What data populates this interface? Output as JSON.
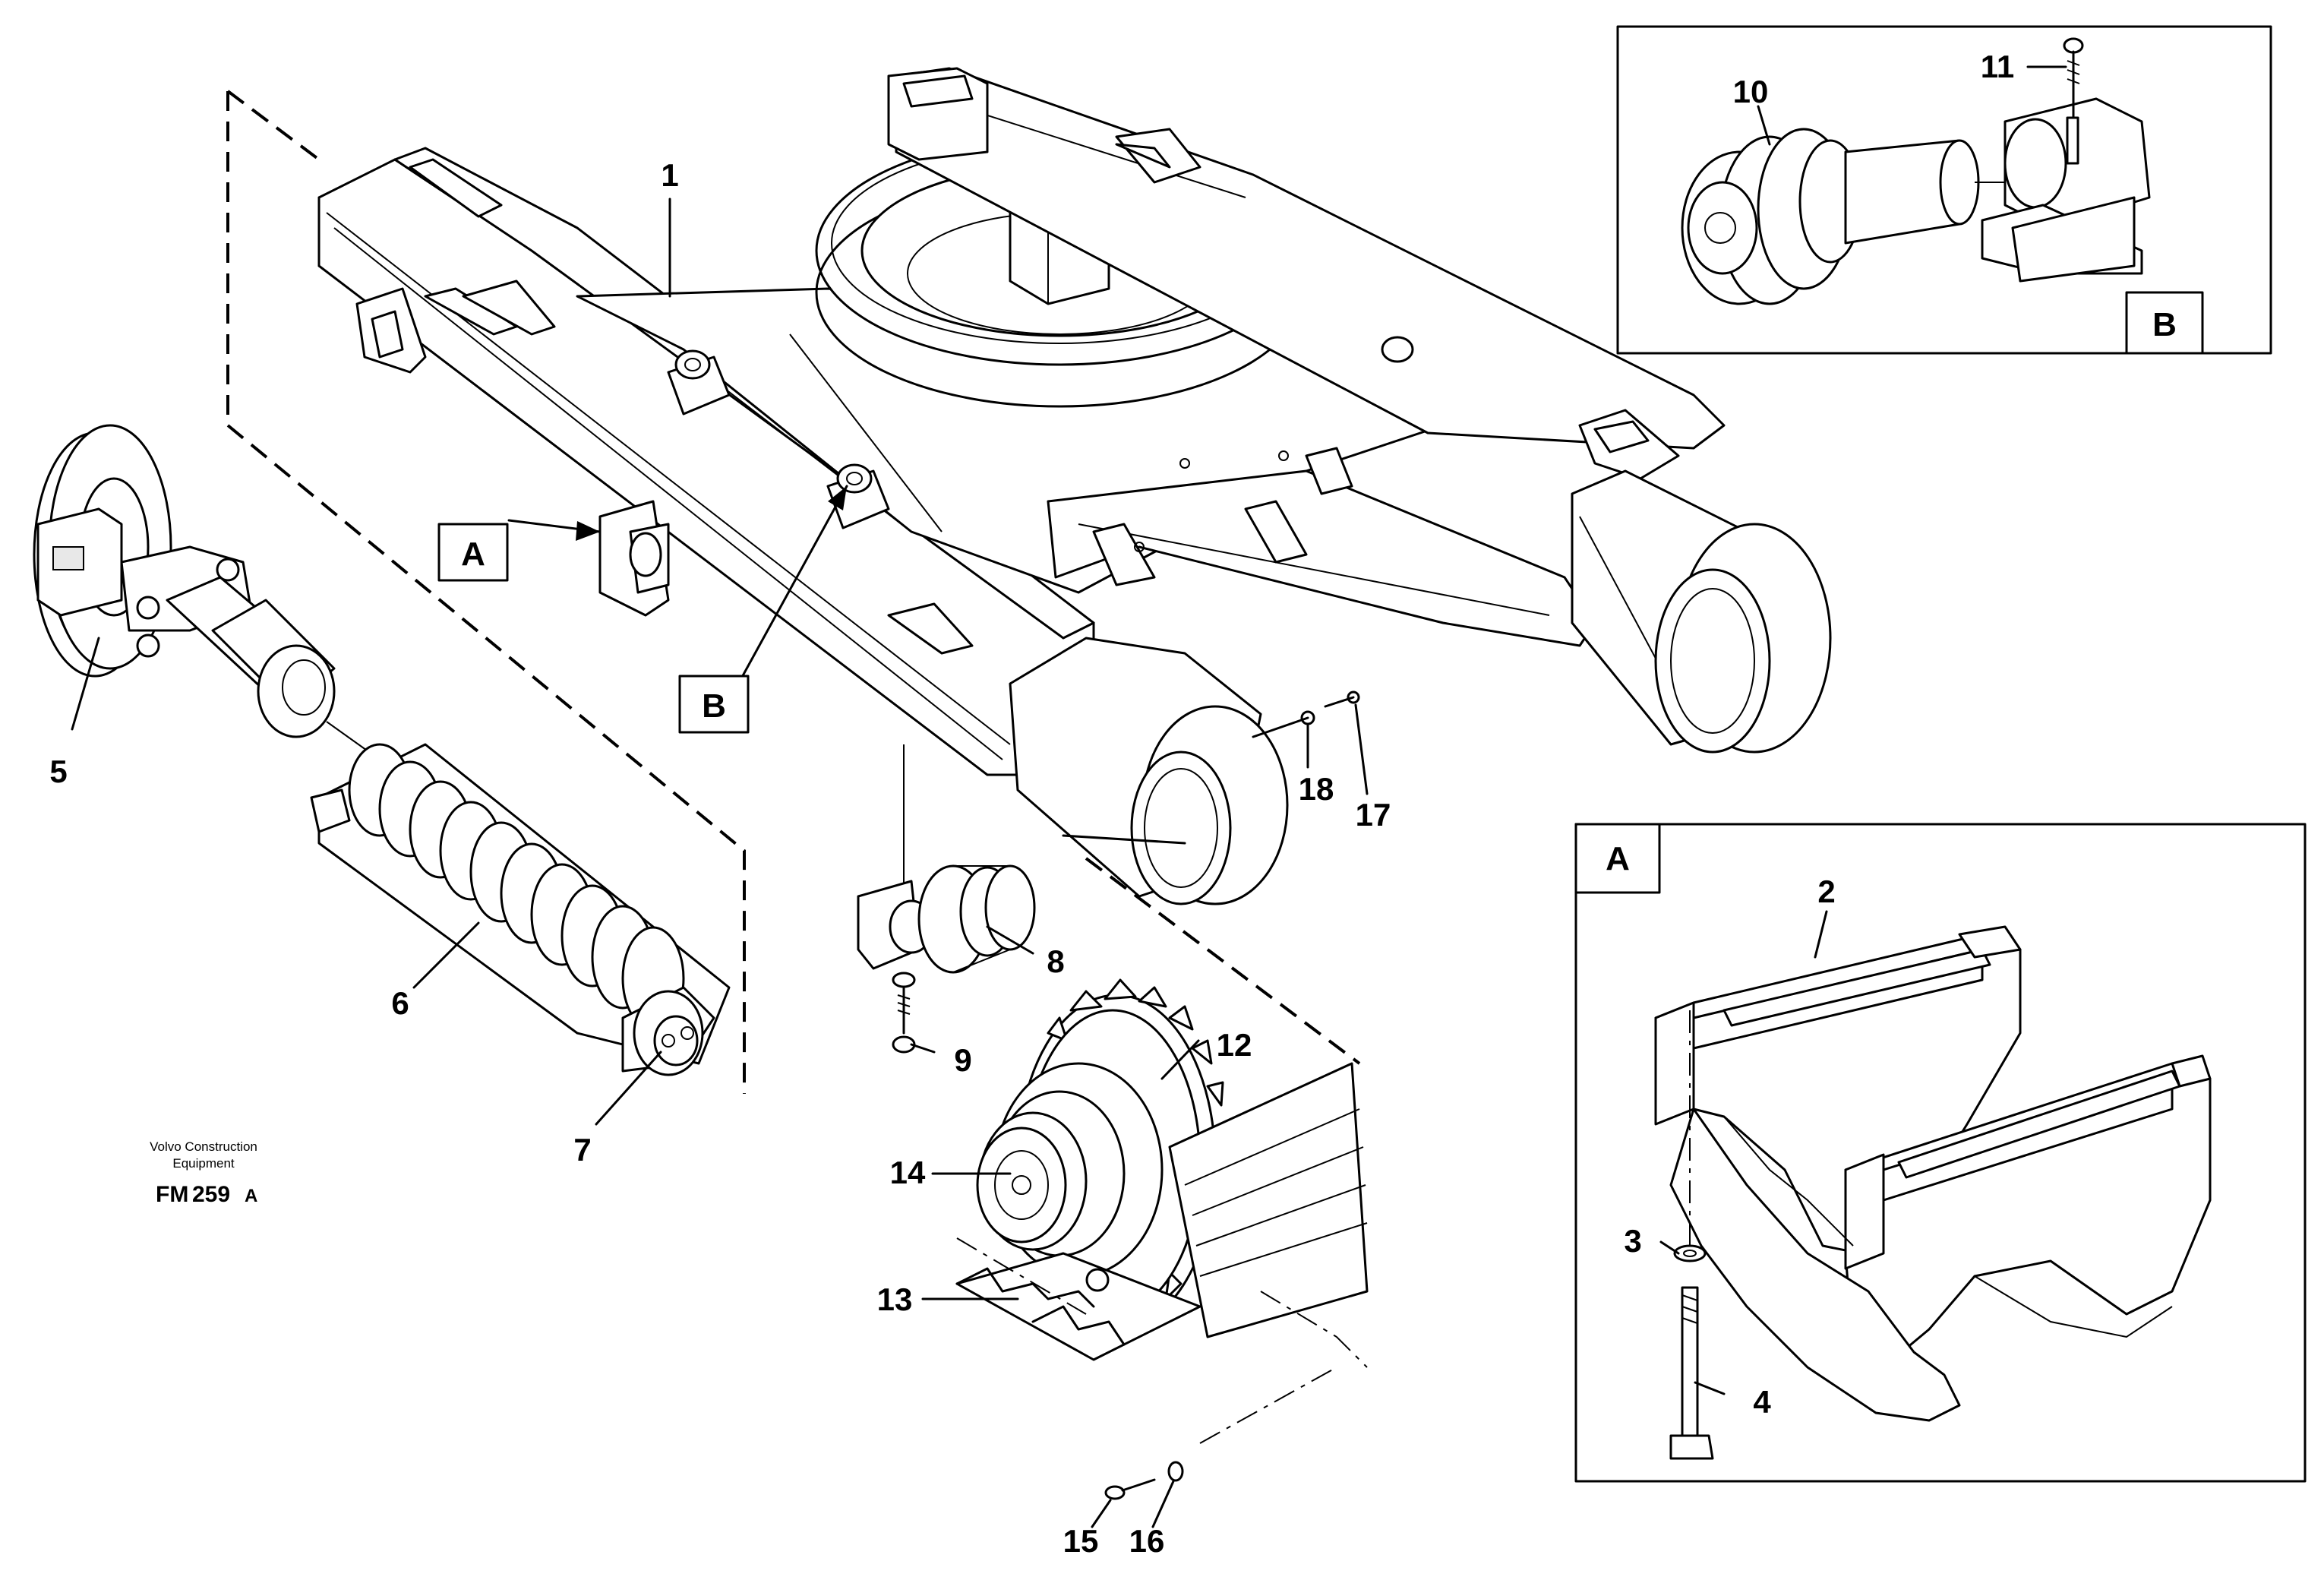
{
  "diagram": {
    "callouts": {
      "c1": "1",
      "c2": "2",
      "c3": "3",
      "c4": "4",
      "c5": "5",
      "c6": "6",
      "c7": "7",
      "c8": "8",
      "c9": "9",
      "c10": "10",
      "c11": "11",
      "c12": "12",
      "c13": "13",
      "c14": "14",
      "c15": "15",
      "c16": "16",
      "c17": "17",
      "c18": "18"
    },
    "view_labels": {
      "a": "A",
      "b": "B"
    },
    "footer": {
      "company_line1": "Volvo Construction",
      "company_line2": "Equipment",
      "fm_prefix": "FM",
      "fm_number": "259",
      "fm_suffix": "A"
    }
  }
}
